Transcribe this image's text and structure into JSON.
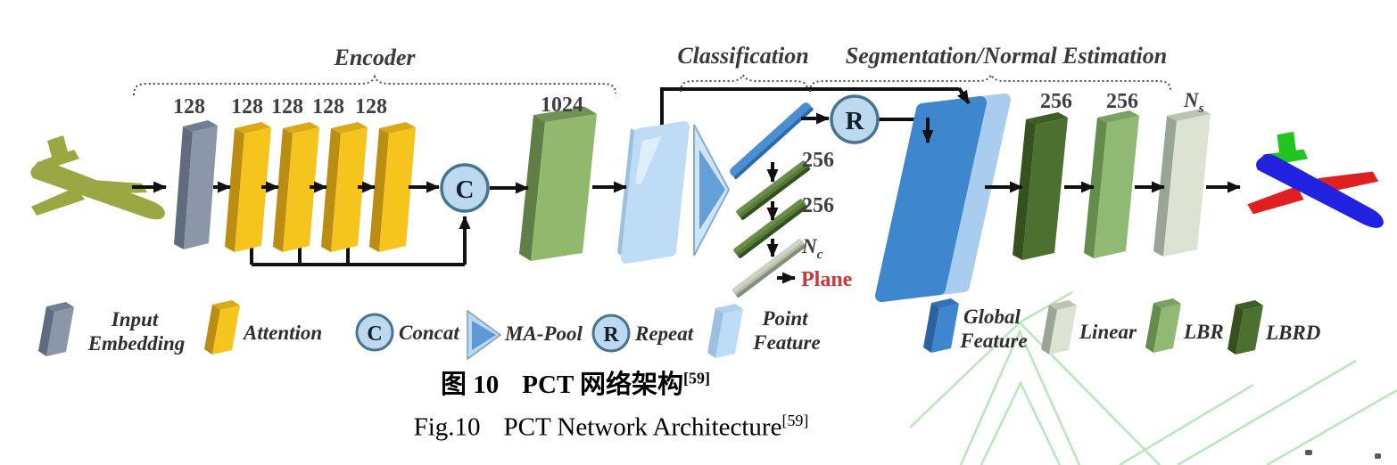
{
  "diagram": {
    "section_labels": [
      "Encoder",
      "Classification",
      "Segmentation/Normal Estimation"
    ],
    "encoder_dims": [
      "128",
      "128",
      "128",
      "128",
      "128"
    ],
    "fused_dim": "1024",
    "cls_dims": [
      "256",
      "256"
    ],
    "cls_out_base": "N",
    "cls_out_sub": "c",
    "cls_result": "Plane",
    "seg_dims": [
      "256",
      "256"
    ],
    "seg_out_base": "N",
    "seg_out_sub": "s",
    "concat_symbol": "C",
    "repeat_symbol": "R"
  },
  "legend": {
    "items": [
      {
        "name": "input-embedding",
        "lines": [
          "Input",
          "Embedding"
        ]
      },
      {
        "name": "attention",
        "lines": [
          "Attention"
        ]
      },
      {
        "name": "concat",
        "symbol": "C",
        "lines": [
          "Concat"
        ]
      },
      {
        "name": "ma-pool",
        "lines": [
          "MA-Pool"
        ]
      },
      {
        "name": "repeat",
        "symbol": "R",
        "lines": [
          "Repeat"
        ]
      },
      {
        "name": "point-feature",
        "lines": [
          "Point",
          "Feature"
        ]
      },
      {
        "name": "global-feature",
        "lines": [
          "Global",
          "Feature"
        ]
      },
      {
        "name": "linear",
        "lines": [
          "Linear"
        ]
      },
      {
        "name": "lbr",
        "lines": [
          "LBR"
        ]
      },
      {
        "name": "lbrd",
        "lines": [
          "LBRD"
        ]
      }
    ]
  },
  "caption": {
    "zh_fig": "图 10",
    "zh_title": "PCT 网络架构",
    "zh_ref": "[59]",
    "en_fig": "Fig.10",
    "en_title": "PCT Network Architecture",
    "en_ref": "[59]"
  },
  "colors": {
    "input_embedding": "#8b97a8",
    "attention": "#f5c51d",
    "point_feature": "#bedcf6",
    "global_feature": "#3e86cd",
    "linear": "#dce3d3",
    "lbr": "#90ba74",
    "lbrd": "#4b7030",
    "operator_circle": "#bdd9ef",
    "arrow": "#111111",
    "plane_text": "#d23535",
    "input_cloud": "#9ba743",
    "output_body": "#2121e0",
    "output_wings": "#e02020",
    "output_tail": "#21c521",
    "watermark": "#86d989"
  }
}
